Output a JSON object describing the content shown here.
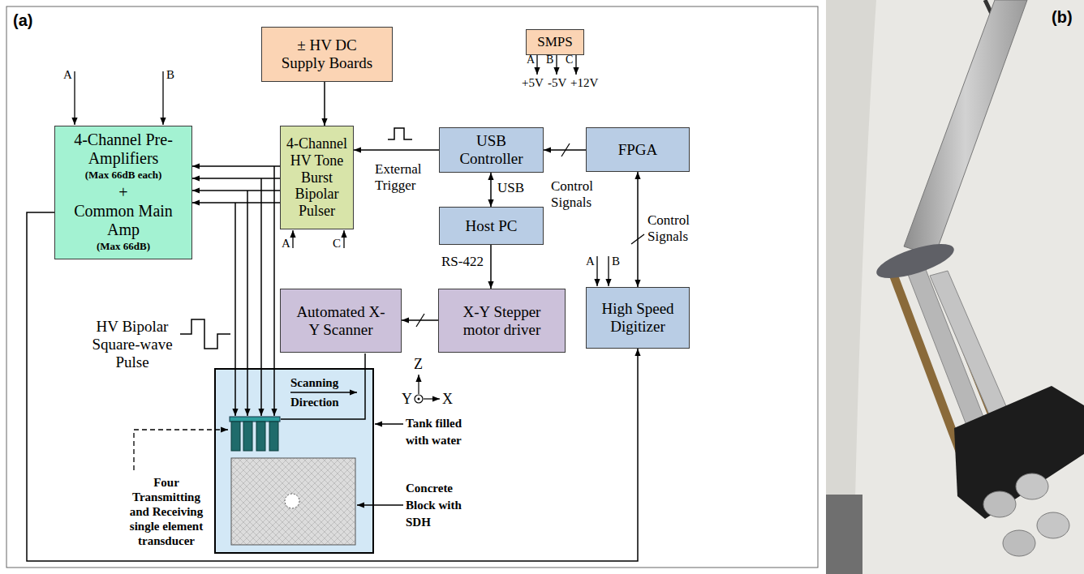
{
  "diagram": {
    "nodes": [
      {
        "text": [
          "± HV DC Supply Boards"
        ]
      },
      {
        "text": [
          "SMPS"
        ]
      },
      {
        "text": [
          "4-Channel Pre-Amplifiers",
          "(Max 66dB each)",
          "+",
          "Common Main Amp",
          "(Max 66dB)"
        ]
      },
      {
        "text": [
          "4-Channel HV Tone Burst Bipolar Pulser"
        ]
      },
      {
        "text": [
          "USB Controller"
        ]
      },
      {
        "text": [
          "FPGA"
        ]
      },
      {
        "text": [
          "Host PC"
        ]
      },
      {
        "text": [
          "Automated X-Y Scanner"
        ]
      },
      {
        "text": [
          "X-Y Stepper motor driver"
        ]
      },
      {
        "text": [
          "High Speed Digitizer"
        ]
      }
    ],
    "edges": [
      {
        "from": 0,
        "to": 3,
        "arrow": "to"
      },
      {
        "from": 4,
        "to": 3,
        "label": "External Trigger",
        "arrow": "to"
      },
      {
        "from": 5,
        "to": 4,
        "label": "Control Signals",
        "arrow": "to"
      },
      {
        "from": 4,
        "to": 6,
        "label": "USB",
        "arrow": "both"
      },
      {
        "from": 6,
        "to": 8,
        "label": "RS-422",
        "arrow": "to"
      },
      {
        "from": 8,
        "to": 7,
        "arrow": "to"
      },
      {
        "from": 5,
        "to": 9,
        "label": "Control Signals",
        "arrow": "both"
      },
      {
        "from": 3,
        "to": 2,
        "arrow": "to"
      },
      {
        "from": 3,
        "to": 2,
        "arrow": "to"
      },
      {
        "from": 3,
        "to": 2,
        "arrow": "to"
      },
      {
        "from": 3,
        "to": 2,
        "arrow": "to"
      },
      {
        "from": 2,
        "to": 9,
        "arrow": "to"
      }
    ],
    "labels": [
      "(a)",
      "A",
      "B",
      "C",
      "+5V",
      "-5V",
      "+12V",
      "A",
      "B",
      "A",
      "C",
      "A",
      "B",
      "HV Bipolar Square-wave Pulse",
      "Four Transmitting and Receiving single element transducer",
      "Scanning Direction",
      "Tank filled with water",
      "Concrete Block with SDH",
      "Z",
      "Y",
      "X",
      "(b)"
    ]
  }
}
